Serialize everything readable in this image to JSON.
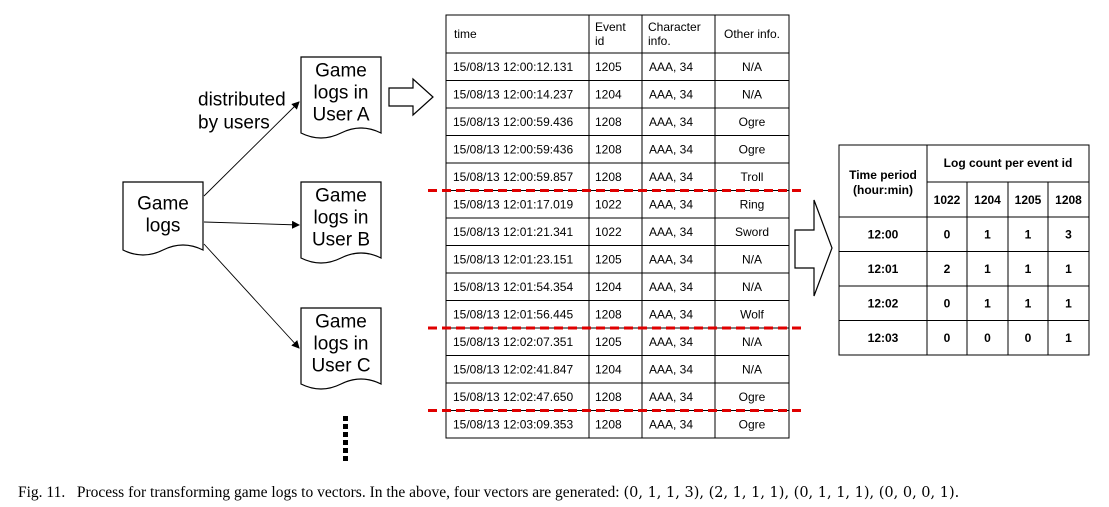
{
  "sources": {
    "main": [
      "Game",
      "logs"
    ],
    "label": [
      "distributed",
      "by users"
    ],
    "users": [
      [
        "Game",
        "logs in",
        "User A"
      ],
      [
        "Game",
        "logs in",
        "User B"
      ],
      [
        "Game",
        "logs in",
        "User C"
      ]
    ]
  },
  "log_table": {
    "headers": [
      [
        "time"
      ],
      [
        "Event",
        "id"
      ],
      [
        "Character",
        "info."
      ],
      [
        "Other info."
      ]
    ],
    "rows": [
      [
        "15/08/13 12:00:12.131",
        "1205",
        "AAA, 34",
        "N/A"
      ],
      [
        "15/08/13 12:00:14.237",
        "1204",
        "AAA, 34",
        "N/A"
      ],
      [
        "15/08/13 12:00:59.436",
        "1208",
        "AAA, 34",
        "Ogre"
      ],
      [
        "15/08/13 12:00:59:436",
        "1208",
        "AAA, 34",
        "Ogre"
      ],
      [
        "15/08/13 12:00:59.857",
        "1208",
        "AAA, 34",
        "Troll"
      ],
      [
        "15/08/13 12:01:17.019",
        "1022",
        "AAA, 34",
        "Ring"
      ],
      [
        "15/08/13 12:01:21.341",
        "1022",
        "AAA, 34",
        "Sword"
      ],
      [
        "15/08/13 12:01:23.151",
        "1205",
        "AAA, 34",
        "N/A"
      ],
      [
        "15/08/13 12:01:54.354",
        "1204",
        "AAA, 34",
        "N/A"
      ],
      [
        "15/08/13 12:01:56.445",
        "1208",
        "AAA, 34",
        "Wolf"
      ],
      [
        "15/08/13 12:02:07.351",
        "1205",
        "AAA, 34",
        "N/A"
      ],
      [
        "15/08/13 12:02:41.847",
        "1204",
        "AAA, 34",
        "N/A"
      ],
      [
        "15/08/13 12:02:47.650",
        "1208",
        "AAA, 34",
        "Ogre"
      ],
      [
        "15/08/13 12:03:09.353",
        "1208",
        "AAA, 34",
        "Ogre"
      ]
    ],
    "separator_after_rows": [
      4,
      9,
      12
    ],
    "separator_color": "#e00000"
  },
  "count_table": {
    "period_header": [
      "Time period",
      "(hour:min)"
    ],
    "count_header": "Log count per event id",
    "event_ids": [
      "1022",
      "1204",
      "1205",
      "1208"
    ],
    "rows": [
      {
        "period": "12:00",
        "counts": [
          "0",
          "1",
          "1",
          "3"
        ]
      },
      {
        "period": "12:01",
        "counts": [
          "2",
          "1",
          "1",
          "1"
        ]
      },
      {
        "period": "12:02",
        "counts": [
          "0",
          "1",
          "1",
          "1"
        ]
      },
      {
        "period": "12:03",
        "counts": [
          "0",
          "0",
          "0",
          "1"
        ]
      }
    ]
  },
  "caption": {
    "label": "Fig. 11.",
    "text": "Process for transforming game logs to vectors. In the above, four vectors are generated:",
    "vectors": "(0, 1, 1, 3), (2, 1, 1, 1), (0, 1, 1, 1), (0, 0, 0, 1)."
  }
}
